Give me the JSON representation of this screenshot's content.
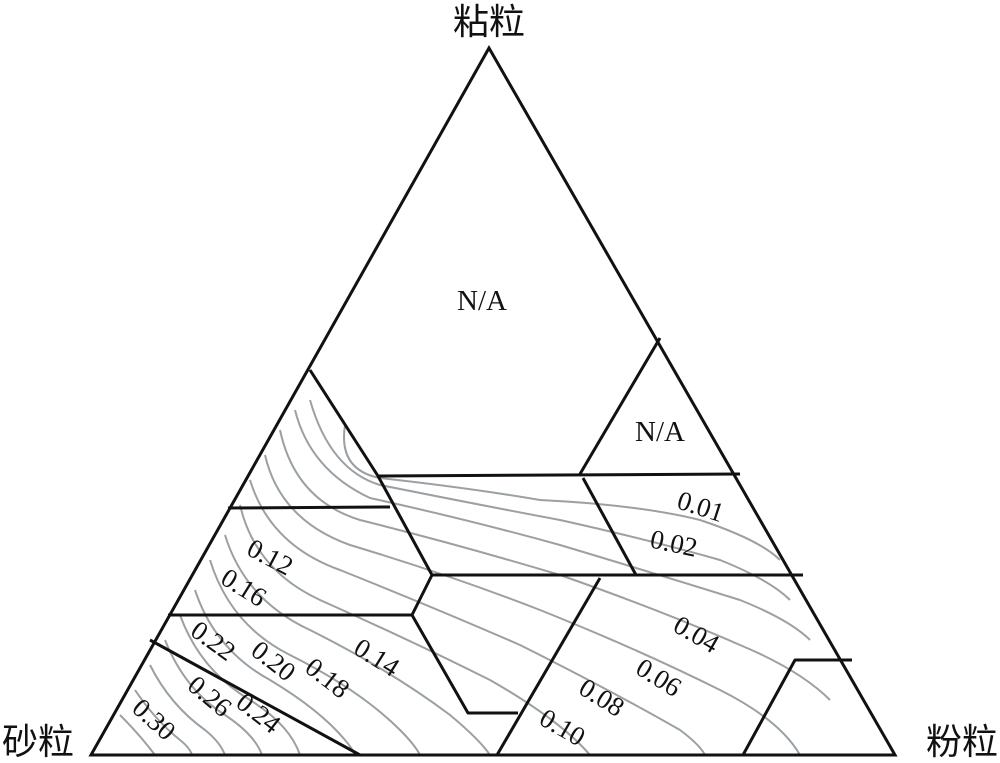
{
  "corners": {
    "top": "粘粒",
    "left": "砂粒",
    "right": "粉粒"
  },
  "regions": {
    "na_upper": "N/A",
    "na_right": "N/A"
  },
  "contour_labels": [
    "0.01",
    "0.02",
    "0.04",
    "0.06",
    "0.08",
    "0.10",
    "0.12",
    "0.14",
    "0.16",
    "0.18",
    "0.20",
    "0.22",
    "0.24",
    "0.26",
    "0.30"
  ],
  "colors": {
    "lines": "#111111",
    "contours": "#9aa0a4"
  }
}
